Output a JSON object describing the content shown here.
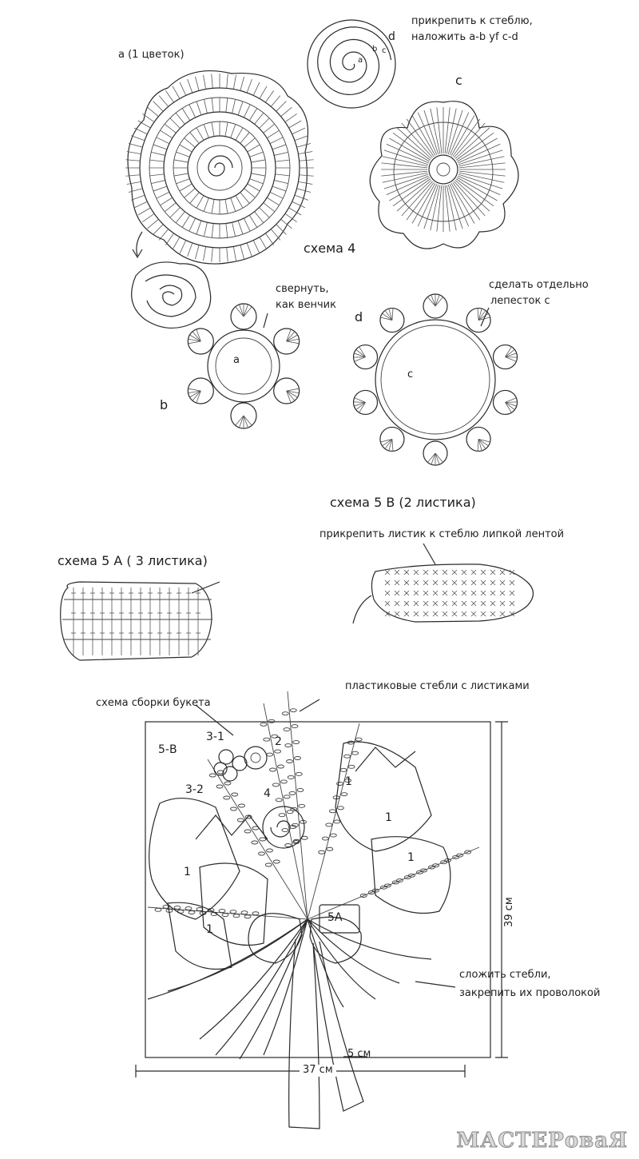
{
  "labels": {
    "a_title": "а (1 цветок)",
    "attach_note_line1": "прикрепить к стеблю,",
    "attach_note_line2": "наложить а-b yf c-d",
    "c_label": "c",
    "scheme4": "схема 4",
    "roll_line1": "свернуть,",
    "roll_line2": "как венчик",
    "d_label": "d",
    "separate_line1": "сделать отдельно",
    "separate_line2": "лепесток с",
    "b_label": "b",
    "inner_a": "a",
    "inner_c": "c",
    "spiral_a": "a",
    "spiral_b": "b",
    "spiral_c": "c",
    "spiral_d": "d",
    "scheme5b": "схема 5 В (2 листика)",
    "leaf_attach_note": "прикрепить листик к стеблю липкой лентой",
    "scheme5a": "схема 5 А ( 3 листика)",
    "plastic_stems": "пластиковые стебли с листиками",
    "assembly_title": "схема сборки букета",
    "num_3_1": "3-1",
    "num_5b": "5-В",
    "num_3_2": "3-2",
    "num_2": "2",
    "num_4": "4",
    "num_1a": "1",
    "num_1b": "1",
    "num_1c": "1",
    "num_1d": "1",
    "num_1e": "1",
    "num_5a": "5А",
    "dim_39": "39 см",
    "fold_line1": "сложить стебли,",
    "fold_line2": "закрепить их проволокой",
    "dim_5": "5 см",
    "dim_37": "37 см"
  },
  "watermark": "МАСТЕРоваЯ",
  "colors": {
    "ink": "#1e1e1e",
    "watermark_fill": "#d9d9d9",
    "watermark_stroke": "#8a8a8a"
  }
}
